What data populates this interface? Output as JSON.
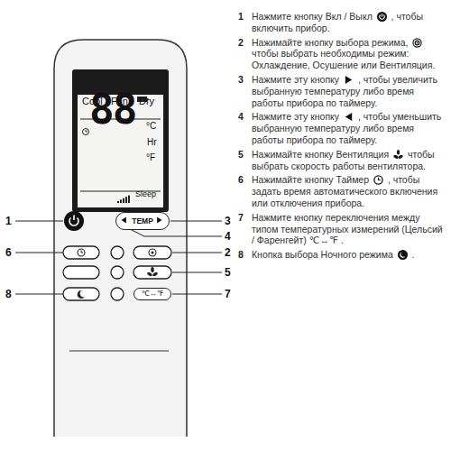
{
  "diagram": {
    "nodes": [
      {
        "text": [
          "Cool",
          "Fan",
          "Dry",
          "88",
          "°C",
          "Hr",
          "°F",
          "Sleep"
        ]
      },
      {
        "text": [
          "TEMP"
        ]
      },
      {
        "text": [
          "℃↔℉"
        ]
      }
    ],
    "labels": [
      "1",
      "3",
      "4",
      "6",
      "2",
      "5",
      "8",
      "7",
      "1",
      "Нажмите кнопку Вкл / Выкл",
      ", чтобы включить прибор.",
      "2",
      "Нажимайте кнопку выбора режима,",
      "чтобы выбрать необходимы режим: Охлаждение, Осушение или Вентиляция.",
      "3",
      "Нажмите эту кнопку",
      ", чтобы увеличить выбранную температуру либо время работы прибора по таймеру.",
      "4",
      "Нажмите эту кнопку",
      ", чтобы уменьшить выбранную температуру либо время работы прибора по таймеру.",
      "5",
      "Нажимайте кнопку Вентиляция",
      "чтобы выбрать скорость работы вентилятора.",
      "6",
      "Нажимайте кнопку Таймер",
      ", чтобы задать время автоматического включения или отключения прибора.",
      "7",
      "Нажмите кнопку переключения между типом температурных измерений (Цельсий / Фаренгейт)",
      "℃↔℉",
      ".",
      "8",
      "Кнопка выбора Ночного режима",
      "."
    ]
  }
}
